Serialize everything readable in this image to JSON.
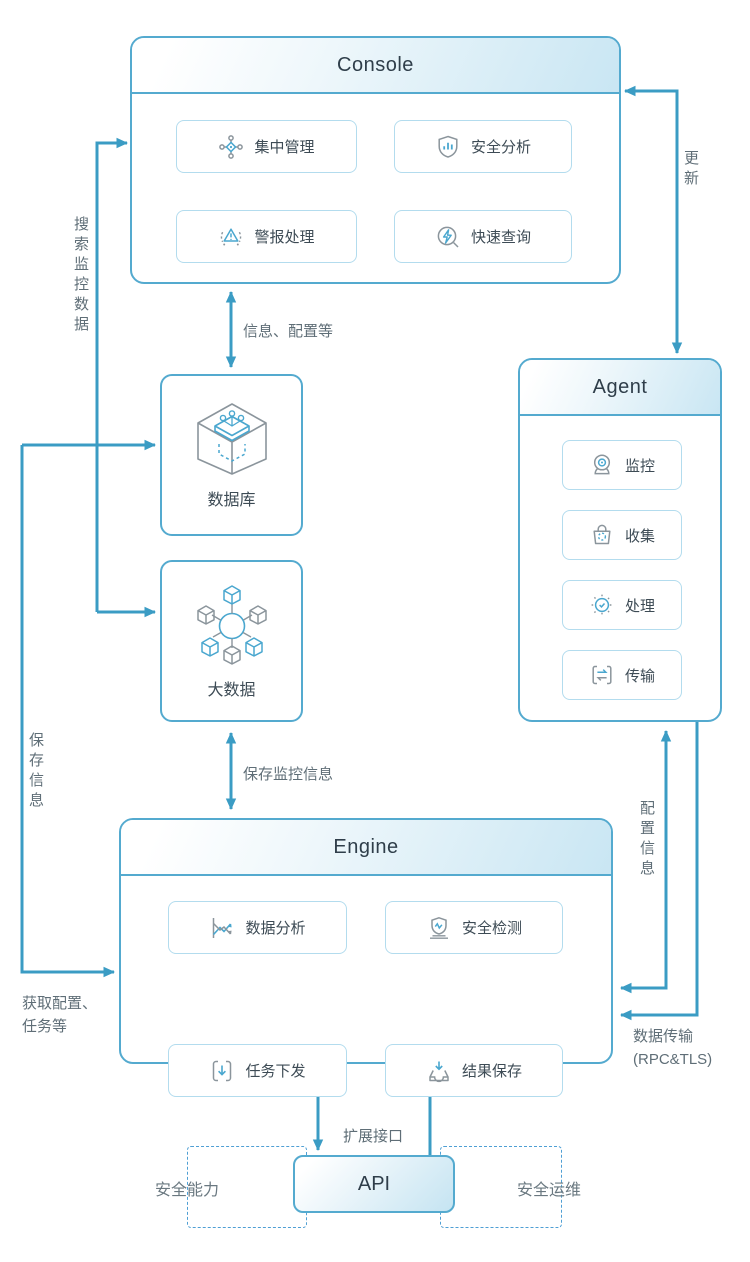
{
  "colors": {
    "accent": "#3b9cc4",
    "panel_border": "#54aacf",
    "chip_border": "#b3dcee",
    "icon_gray": "#8b959c",
    "icon_blue": "#4aa7cf",
    "title_text": "#2f3e4a",
    "label_text": "#5f6e77"
  },
  "console": {
    "title": "Console",
    "items": [
      {
        "label": "集中管理",
        "icon": "hub-icon"
      },
      {
        "label": "安全分析",
        "icon": "shield-chart-icon"
      },
      {
        "label": "警报处理",
        "icon": "alert-icon"
      },
      {
        "label": "快速查询",
        "icon": "lightning-search-icon"
      }
    ]
  },
  "agent": {
    "title": "Agent",
    "items": [
      {
        "label": "监控",
        "icon": "webcam-icon"
      },
      {
        "label": "收集",
        "icon": "bag-icon"
      },
      {
        "label": "处理",
        "icon": "processor-icon"
      },
      {
        "label": "传输",
        "icon": "transfer-icon"
      }
    ]
  },
  "engine": {
    "title": "Engine",
    "items": [
      {
        "label": "数据分析",
        "icon": "chart-lines-icon"
      },
      {
        "label": "安全检测",
        "icon": "shield-wave-icon"
      },
      {
        "label": "任务下发",
        "icon": "download-box-icon"
      },
      {
        "label": "结果保存",
        "icon": "inbox-save-icon"
      }
    ]
  },
  "database": {
    "label": "数据库",
    "icon": "isometric-cube-icon"
  },
  "bigdata": {
    "label": "大数据",
    "icon": "distributed-cubes-icon"
  },
  "api": {
    "label": "API"
  },
  "security_capability": {
    "label": "安全能力"
  },
  "security_operations": {
    "label": "安全运维"
  },
  "edge_labels": {
    "search_monitor_data": "搜索监控数据",
    "info_config": "信息、配置等",
    "update": "更新",
    "save_info": "保存信息",
    "save_monitor_info": "保存监控信息",
    "config_info": "配置信息",
    "get_config": "获取配置、\n任务等",
    "data_transfer": "数据传输\n(RPC&TLS)",
    "extension_api": "扩展接口"
  }
}
